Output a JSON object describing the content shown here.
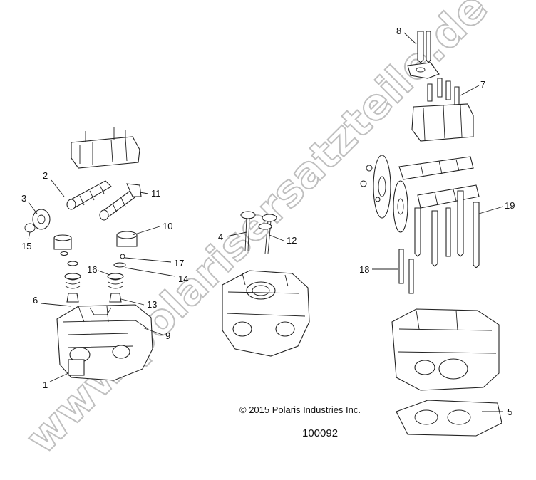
{
  "watermark": "www.polarisersatzteile.de",
  "copyright": "© 2015 Polaris Industries Inc.",
  "drawing_number": "100092",
  "callouts": [
    {
      "id": "c1",
      "label": "1"
    },
    {
      "id": "c2",
      "label": "2"
    },
    {
      "id": "c3",
      "label": "3"
    },
    {
      "id": "c4",
      "label": "4"
    },
    {
      "id": "c5",
      "label": "5"
    },
    {
      "id": "c6",
      "label": "6"
    },
    {
      "id": "c7",
      "label": "7"
    },
    {
      "id": "c8",
      "label": "8"
    },
    {
      "id": "c9",
      "label": "9"
    },
    {
      "id": "c10",
      "label": "10"
    },
    {
      "id": "c11",
      "label": "11"
    },
    {
      "id": "c12",
      "label": "12"
    },
    {
      "id": "c13",
      "label": "13"
    },
    {
      "id": "c14",
      "label": "14"
    },
    {
      "id": "c15",
      "label": "15"
    },
    {
      "id": "c16",
      "label": "16"
    },
    {
      "id": "c17",
      "label": "17"
    },
    {
      "id": "c18",
      "label": "18"
    },
    {
      "id": "c19",
      "label": "19"
    }
  ]
}
